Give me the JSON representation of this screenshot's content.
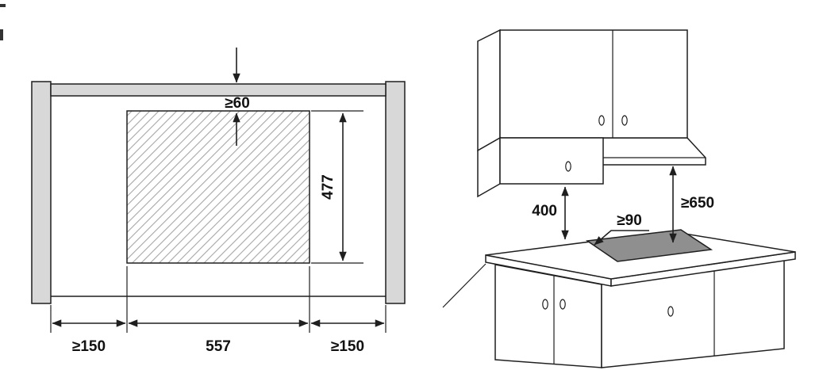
{
  "cutout_diagram": {
    "top_clearance_label": "≥60",
    "cutout_height_label": "477",
    "left_clearance_label": "≥150",
    "cutout_width_label": "557",
    "right_clearance_label": "≥150"
  },
  "installation_diagram": {
    "cabinet_to_worktop_label": "400",
    "hood_clearance_label": "≥650",
    "rear_clearance_label": "≥90"
  },
  "colors": {
    "background": "#ffffff",
    "wall_fill": "#d8d8d8",
    "hatch_line": "#a6a6a6",
    "cooktop_fill": "#8f8f8f",
    "line": "#1f1f1f"
  }
}
